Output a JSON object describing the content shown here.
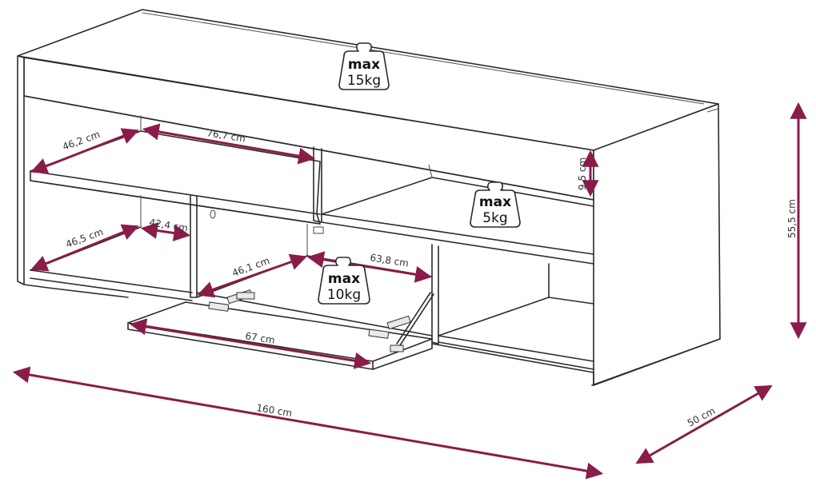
{
  "colors": {
    "dimension": "#8a1c4a",
    "outline": "#2b2b2b"
  },
  "dimensions": {
    "top_shelf_depth": "46,2 cm",
    "top_shelf_width": "76,7 cm",
    "lower_left_depth": "46,5 cm",
    "lower_left_width": "42,4 cm",
    "flap_compartment_depth": "46,1 cm",
    "flap_compartment_width": "63,8 cm",
    "flap_width": "67 cm",
    "drawer_height": "9,5 cm",
    "total_width": "160 cm",
    "total_depth": "50 cm",
    "total_height": "55,5 cm"
  },
  "weights": {
    "top": {
      "label": "max",
      "value": "15kg"
    },
    "shelf": {
      "label": "max",
      "value": "5kg"
    },
    "flap": {
      "label": "max",
      "value": "10kg"
    }
  }
}
